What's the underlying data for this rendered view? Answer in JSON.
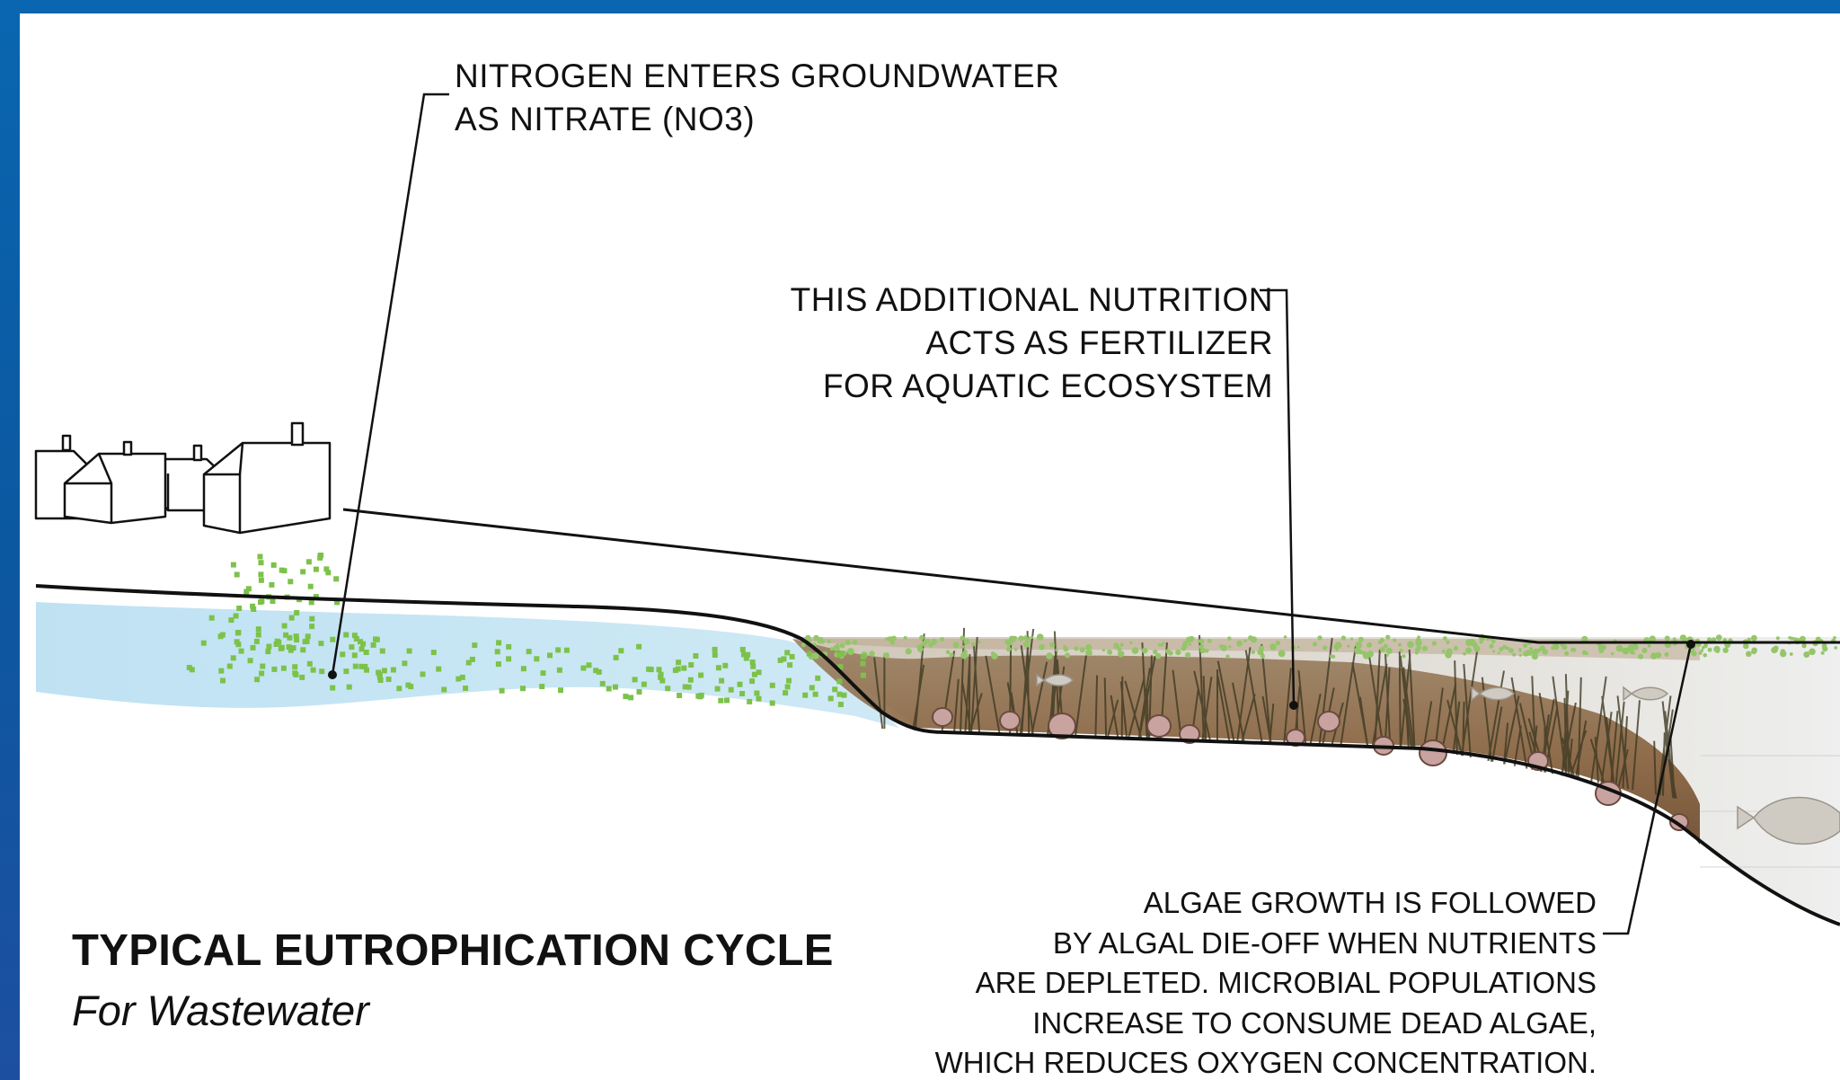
{
  "callouts": {
    "nitrogen": {
      "lines": [
        "NITROGEN ENTERS GROUNDWATER",
        "AS NITRATE (NO3)"
      ]
    },
    "nutrition": {
      "lines": [
        "THIS ADDITIONAL NUTRITION",
        "ACTS AS FERTILIZER",
        "FOR AQUATIC ECOSYSTEM"
      ]
    },
    "algae": {
      "lines": [
        "ALGAE GROWTH IS FOLLOWED",
        "BY ALGAL DIE-OFF WHEN NUTRIENTS",
        "ARE DEPLETED. MICROBIAL POPULATIONS",
        "INCREASE TO CONSUME DEAD ALGAE,",
        "WHICH REDUCES OXYGEN CONCENTRATION."
      ]
    }
  },
  "title": "TYPICAL EUTROPHICATION CYCLE",
  "subtitle": "For Wastewater",
  "colors": {
    "frame": "#0b5fa8",
    "groundwater": "#c7e6f4",
    "nitrate_dots": "#7cc24a",
    "sediment": "#8a6a45",
    "water": "#e9ebe8",
    "algae_line": "#95c56a"
  }
}
